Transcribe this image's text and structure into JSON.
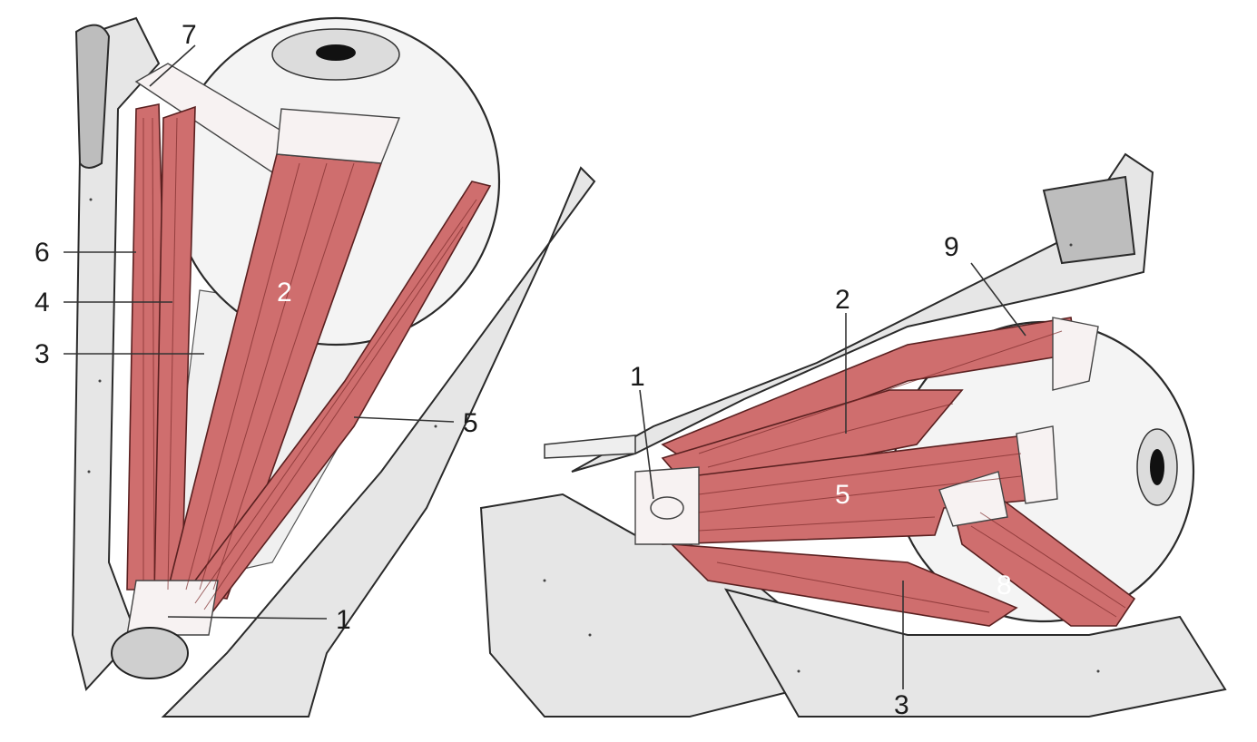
{
  "left_view": {
    "labels": [
      "7",
      "6",
      "4",
      "3",
      "2",
      "5",
      "1"
    ]
  },
  "right_view": {
    "labels": [
      "9",
      "2",
      "1",
      "5",
      "8",
      "3"
    ]
  }
}
